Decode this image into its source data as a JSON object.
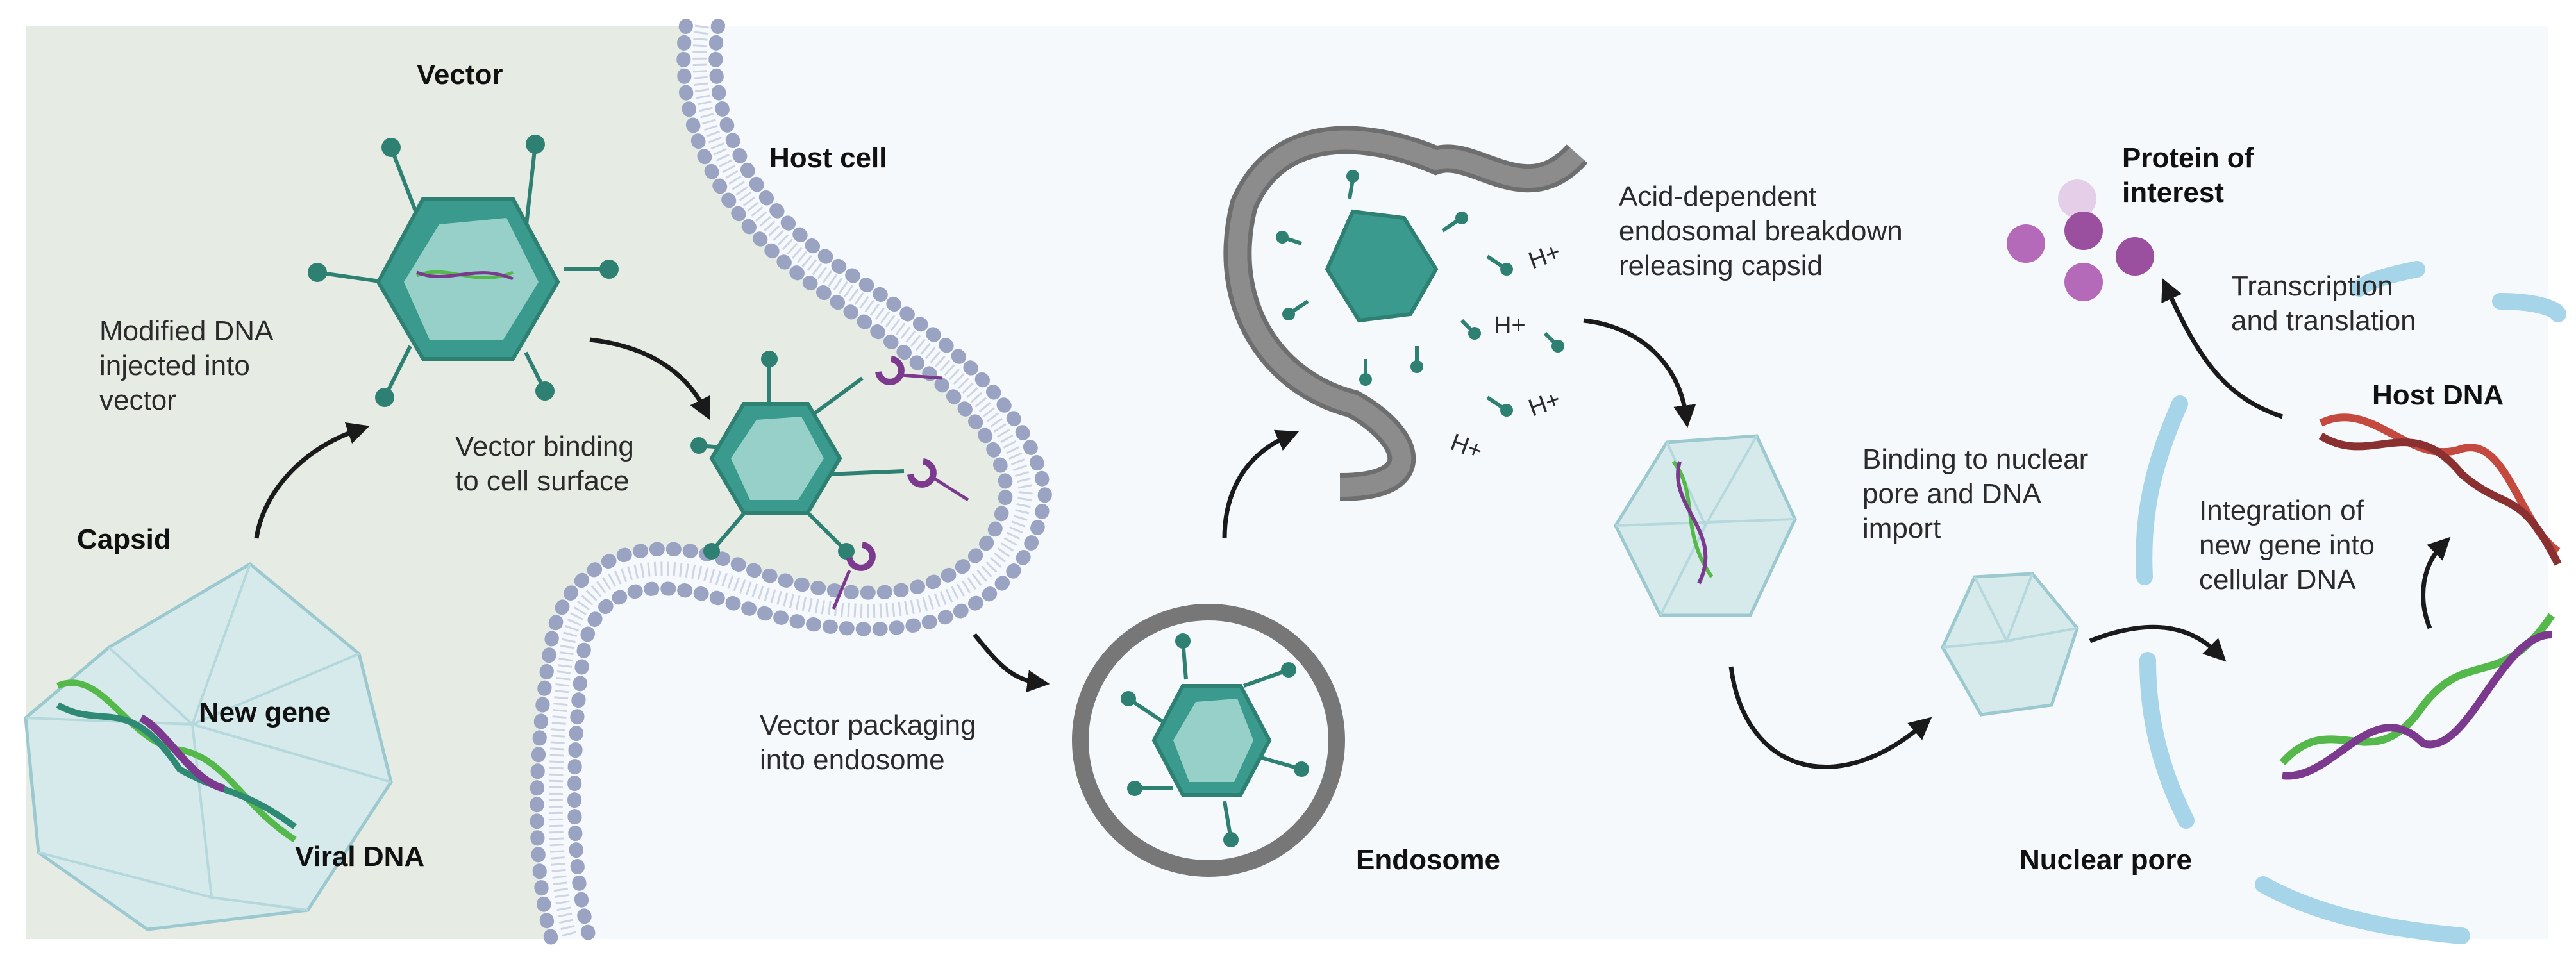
{
  "labels": {
    "vector": "Vector",
    "modified_dna": "Modified DNA\ninjected into\nvector",
    "capsid": "Capsid",
    "new_gene": "New gene",
    "viral_dna": "Viral DNA",
    "host_cell": "Host cell",
    "vector_binding": "Vector binding\nto cell surface",
    "vector_packaging": "Vector packaging\ninto endosome",
    "acid_breakdown": "Acid-dependent\nendosomal breakdown\nreleasing capsid",
    "endosome": "Endosome",
    "binding_pore": "Binding to nuclear\npore and DNA\nimport",
    "nuclear_pore": "Nuclear pore",
    "protein_of_interest": "Protein of\ninterest",
    "transcription": "Transcription\nand translation",
    "host_dna": "Host DNA",
    "integration": "Integration of\nnew gene into\ncellular DNA",
    "h_plus": "H+"
  },
  "colors": {
    "outside_bg": "#e6ebe4",
    "cell_bg": "#f6f9fc",
    "capsid_teal": "#3a9a8d",
    "capsid_light": "#a8d9d3",
    "membrane": "#9aa3c2",
    "endosome_wall": "#777777",
    "nucleus_blue": "#a6d4e8",
    "protein_purple": "#b46ab8",
    "dna_green": "#55b84a",
    "dna_purple": "#7b3a8d",
    "dna_red": "#c4493f"
  }
}
